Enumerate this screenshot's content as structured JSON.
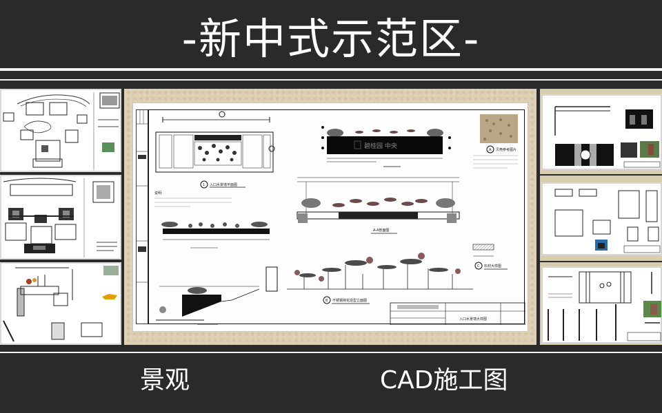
{
  "header": {
    "title": "-新中式示范区-"
  },
  "main_drawing": {
    "description": "入口水景 CAD 施工图",
    "sign_text": "碧桂园 中央",
    "section_labels": {
      "plan": "入口水景墙平面图",
      "section_a": "A-A剖面图",
      "detail_a": "贝壳参考图片",
      "detail_b": "不锈钢荷花造型立面图",
      "detail_c": "石材大样图",
      "title_block": "入口水景墙大样图"
    },
    "markers": [
      "1",
      "A",
      "B",
      "C"
    ]
  },
  "left_thumbnails": [
    {
      "name": "site-plan-overview"
    },
    {
      "name": "site-plan-detailed"
    },
    {
      "name": "planter-section-details"
    }
  ],
  "right_thumbnails": [
    {
      "name": "wall-elevation-details"
    },
    {
      "name": "gate-frame-details"
    },
    {
      "name": "screen-wall-details"
    }
  ],
  "footer": {
    "left_label": "景观",
    "right_label": "CAD施工图"
  },
  "colors": {
    "background": "#2a2a2a",
    "text": "#ffffff",
    "paper_frame": "#dccfb1",
    "paper": "#fdfdfd",
    "line_art": "#111111",
    "lotus": "#6b4a4a"
  }
}
